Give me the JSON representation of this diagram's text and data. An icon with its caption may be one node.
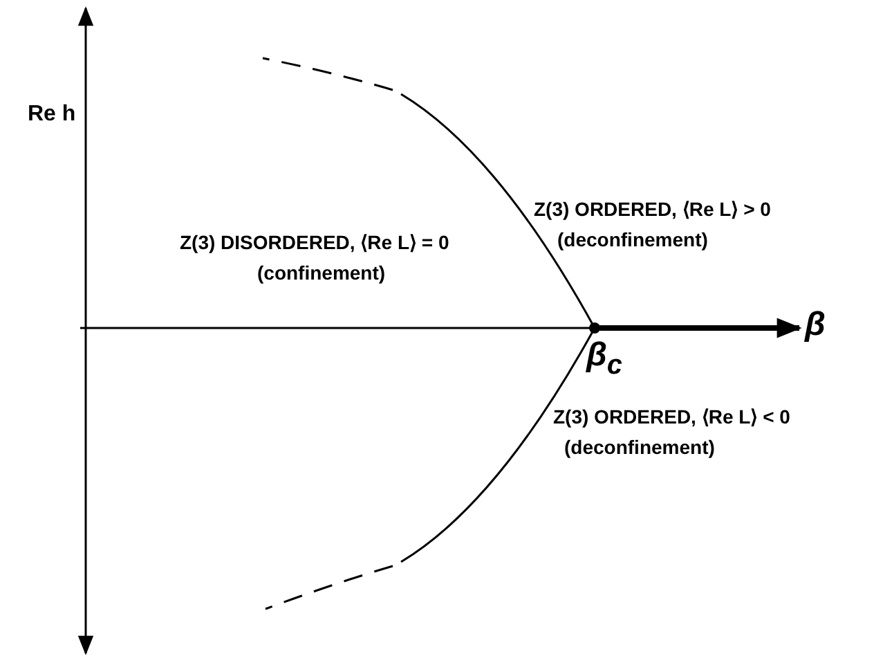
{
  "diagram": {
    "labels": [
      "Re h",
      "Z(3) DISORDERED, ⟨Re L⟩ = 0",
      "(confinement)",
      "Z(3) ORDERED, ⟨Re L⟩ > 0",
      "(deconfinement)",
      "β",
      "β$_{c}$",
      "Z(3) ORDERED, ⟨Re L⟩ < 0",
      "(deconfinement)"
    ]
  }
}
